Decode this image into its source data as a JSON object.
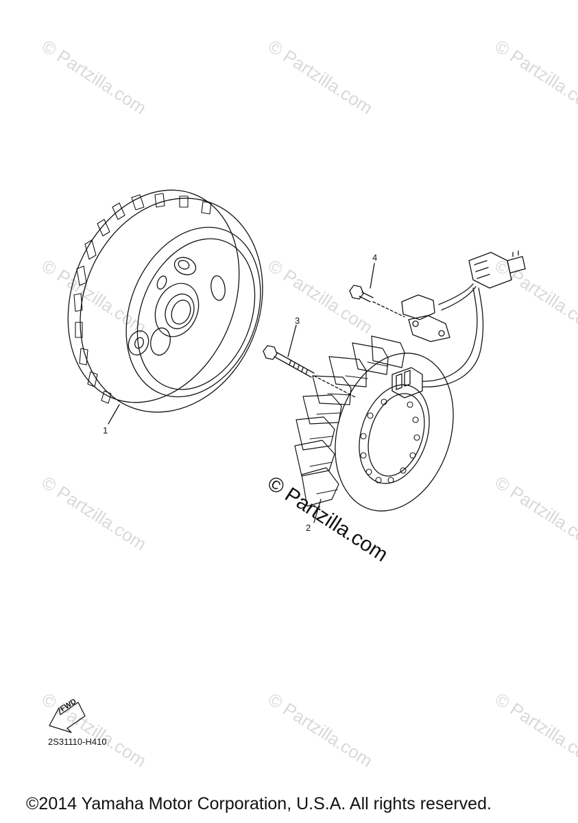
{
  "watermark": {
    "text": "© Partzilla.com",
    "main_text": "© Partzilla.com"
  },
  "callouts": {
    "part1": "1",
    "part2": "2",
    "part3": "3",
    "part4": "4"
  },
  "fwd_label": "FWD",
  "diagram_code": "2S31110-H410",
  "copyright": "©2014 Yamaha Motor Corporation, U.S.A. All rights reserved.",
  "colors": {
    "line": "#111111",
    "watermark": "#d9d9d9"
  }
}
